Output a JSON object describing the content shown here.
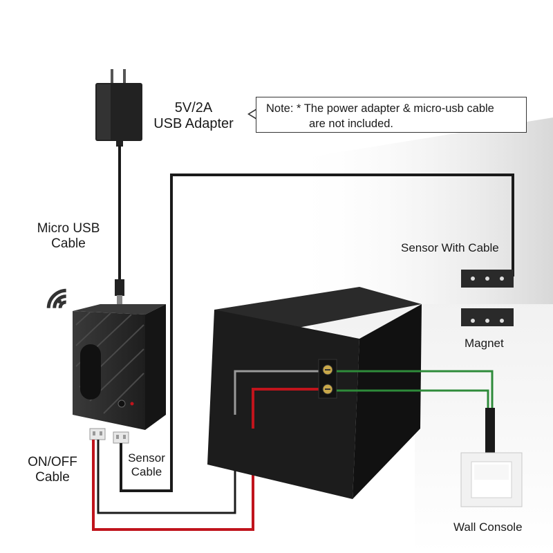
{
  "labels": {
    "adapter_line1": "5V/2A",
    "adapter_line2": "USB Adapter",
    "micro_usb_line1": "Micro USB",
    "micro_usb_line2": "Cable",
    "note_line1": "Note: * The power adapter & micro-usb cable",
    "note_line2": "are not included.",
    "sensor_with_cable": "Sensor With Cable",
    "magnet": "Magnet",
    "onoff_line1": "ON/OFF",
    "onoff_line2": "Cable",
    "sensor_cable_line1": "Sensor",
    "sensor_cable_line2": "Cable",
    "wall_console": "Wall Console"
  },
  "colors": {
    "wire_black": "#1a1a1a",
    "wire_red": "#c0141c",
    "wire_green": "#2e8b3a",
    "device_body": "#2b2b2b",
    "opener_body": "#1c1c1c"
  },
  "icons": {
    "wifi": "wifi-icon"
  }
}
